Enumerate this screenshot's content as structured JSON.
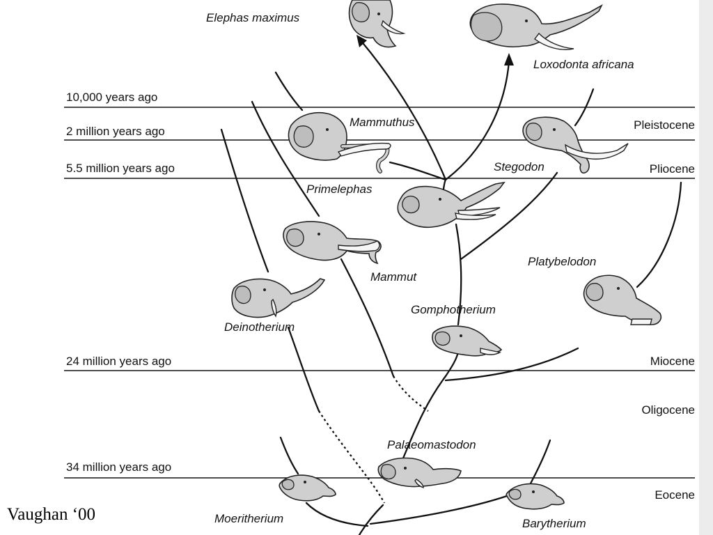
{
  "timeline": [
    {
      "label": "10,000 years ago"
    },
    {
      "label": "2 million years ago"
    },
    {
      "label": "5.5 million years ago"
    },
    {
      "label": "24 million years ago"
    },
    {
      "label": "34 million years ago"
    }
  ],
  "epochs": [
    {
      "label": "Pleistocene"
    },
    {
      "label": "Pliocene"
    },
    {
      "label": "Miocene"
    },
    {
      "label": "Oligocene"
    },
    {
      "label": "Eocene"
    }
  ],
  "taxa": {
    "elephas": "Elephas maximus",
    "loxodonta": "Loxodonta africana",
    "mammuthus": "Mammuthus",
    "stegodon": "Stegodon",
    "primelephas": "Primelephas",
    "mammut": "Mammut",
    "platybelodon": "Platybelodon",
    "gomphotherium": "Gomphotherium",
    "deinotherium": "Deinotherium",
    "palaeomastodon": "Palaeomastodon",
    "moeritherium": "Moeritherium",
    "barytherium": "Barytherium"
  },
  "credit": "Vaughan ‘00"
}
